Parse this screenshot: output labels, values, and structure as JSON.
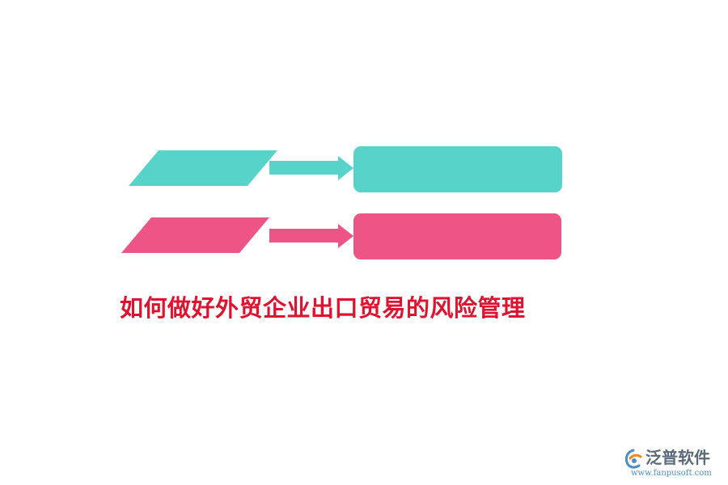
{
  "title": "如何做好外贸企业出口贸易的风险管理",
  "logo": {
    "brand_name": "泛普软件",
    "url": "www.fanpusoft.com"
  },
  "colors": {
    "teal": "#57D3CA",
    "pink": "#EC5586",
    "title": "#E0122F",
    "logo_text": "#5A6A78",
    "logo_blue": "#4A90C8",
    "logo_orange": "#F08A24"
  },
  "icons": {
    "logo": "fanpu-logo-icon",
    "arrows": "right-arrow-icon"
  }
}
